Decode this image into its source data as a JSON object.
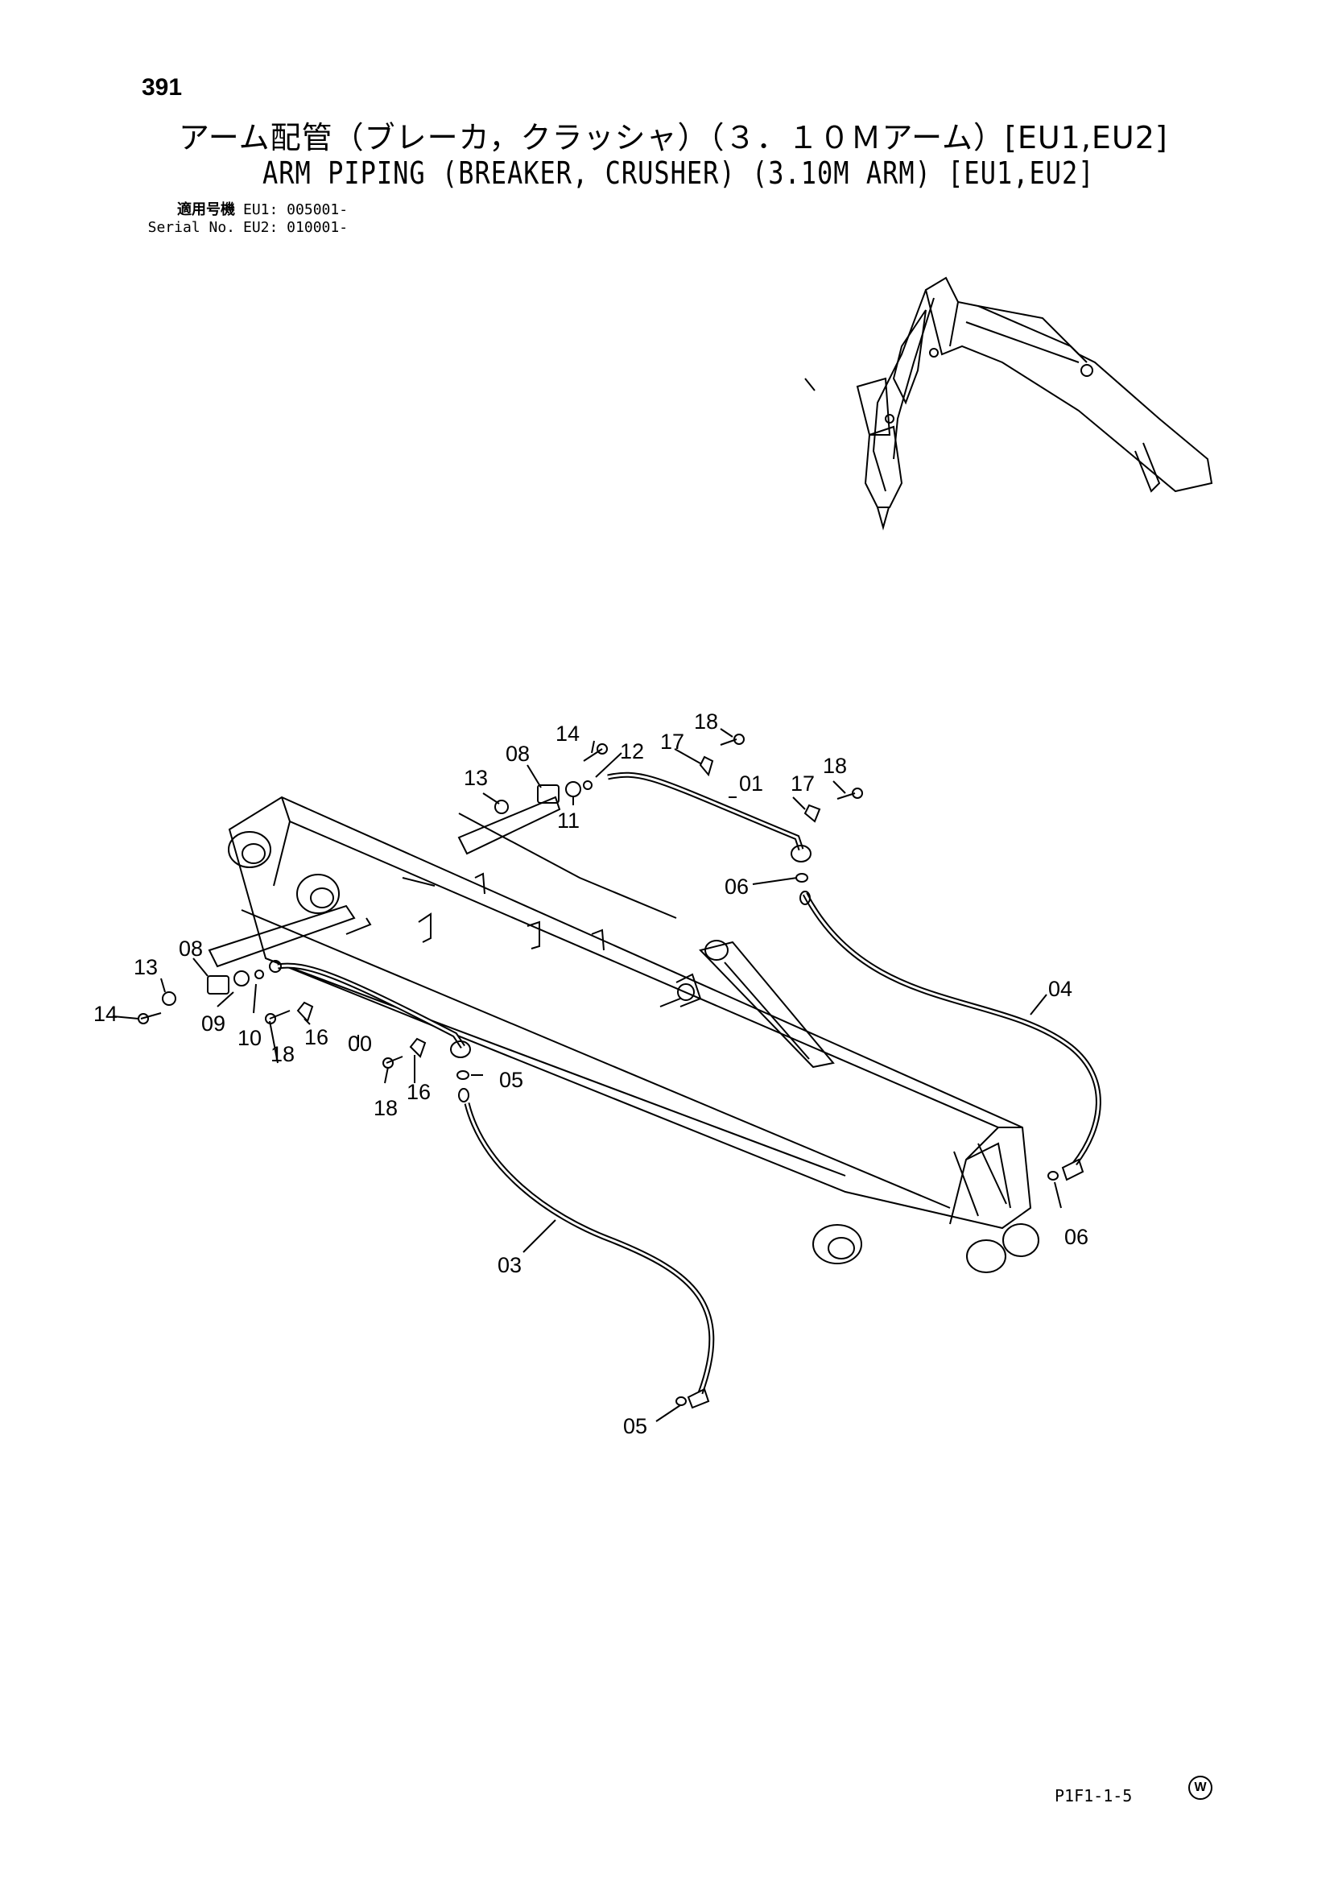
{
  "header": {
    "page_number": "391",
    "title_jp": "アーム配管（ブレーカ，クラッシャ）（３．１０Ｍアーム）[EU1,EU2]",
    "title_en": "ARM PIPING (BREAKER, CRUSHER) (3.10M ARM) [EU1,EU2]"
  },
  "serial_info": {
    "label_jp": "適用号機",
    "label_en": "Serial No.",
    "eu1": "EU1: 005001-",
    "eu2": "EU2: 010001-"
  },
  "callouts": [
    {
      "id": "c14a",
      "label": "14"
    },
    {
      "id": "c18a",
      "label": "18"
    },
    {
      "id": "c13a",
      "label": "13"
    },
    {
      "id": "c08a",
      "label": "08"
    },
    {
      "id": "c12",
      "label": "12"
    },
    {
      "id": "c17a",
      "label": "17"
    },
    {
      "id": "c01",
      "label": "01"
    },
    {
      "id": "c17b",
      "label": "17"
    },
    {
      "id": "c18b",
      "label": "18"
    },
    {
      "id": "c11",
      "label": "11"
    },
    {
      "id": "c06a",
      "label": "06"
    },
    {
      "id": "c04",
      "label": "04"
    },
    {
      "id": "c13b",
      "label": "13"
    },
    {
      "id": "c08b",
      "label": "08"
    },
    {
      "id": "c14b",
      "label": "14"
    },
    {
      "id": "c09",
      "label": "09"
    },
    {
      "id": "c10",
      "label": "10"
    },
    {
      "id": "c16a",
      "label": "16"
    },
    {
      "id": "c00",
      "label": "00"
    },
    {
      "id": "c18c",
      "label": "18"
    },
    {
      "id": "c16b",
      "label": "16"
    },
    {
      "id": "c05a",
      "label": "05"
    },
    {
      "id": "c18d",
      "label": "18"
    },
    {
      "id": "c06b",
      "label": "06"
    },
    {
      "id": "c03",
      "label": "03"
    },
    {
      "id": "c05b",
      "label": "05"
    }
  ],
  "footer": {
    "mark": "W",
    "code": "P1F1-1-5"
  }
}
